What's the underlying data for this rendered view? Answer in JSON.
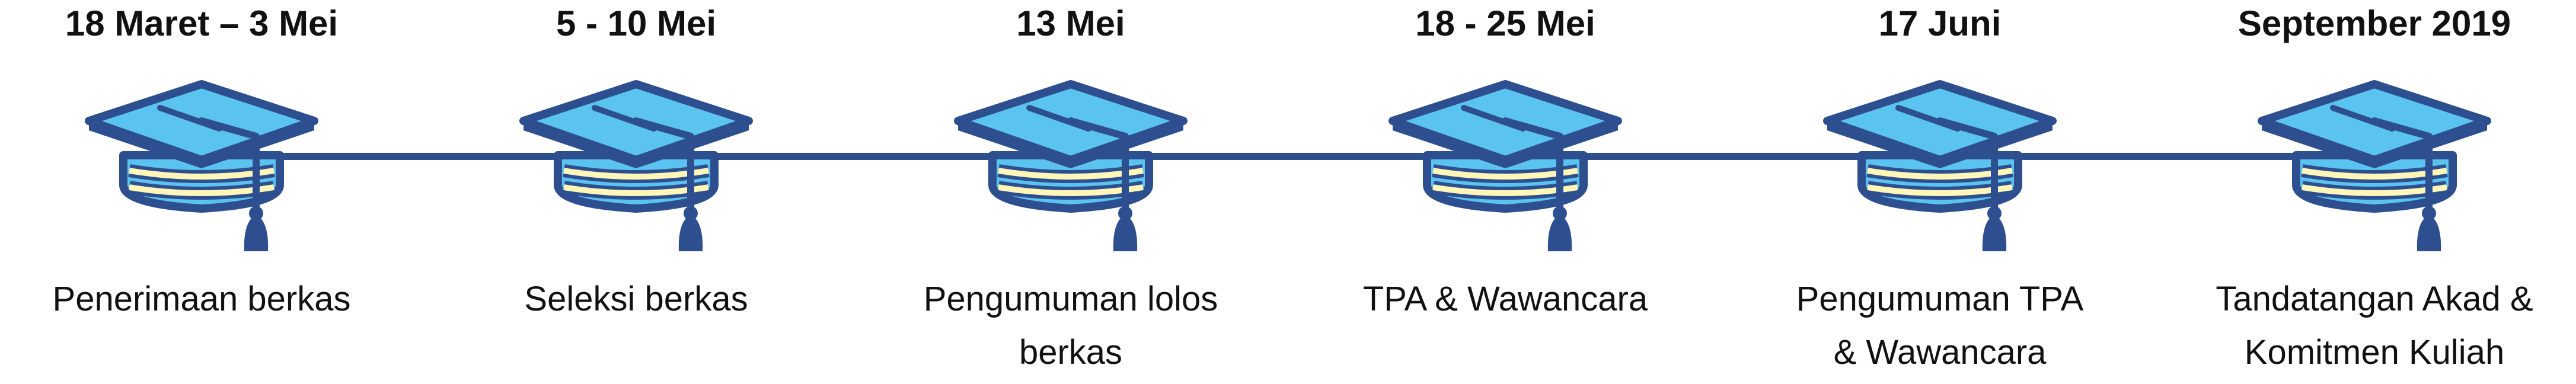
{
  "milestones": [
    {
      "date": "18 Maret  – 3 Mei",
      "label_lines": [
        "Penerimaan berkas"
      ]
    },
    {
      "date": "5 - 10 Mei",
      "label_lines": [
        "Seleksi berkas"
      ]
    },
    {
      "date": "13 Mei",
      "label_lines": [
        "Pengumuman lolos",
        "berkas"
      ]
    },
    {
      "date": "18 - 25 Mei",
      "label_lines": [
        "TPA & Wawancara"
      ]
    },
    {
      "date": "17 Juni",
      "label_lines": [
        "Pengumuman TPA",
        "& Wawancara"
      ]
    },
    {
      "date": "September 2019",
      "label_lines": [
        "Tandatangan Akad &",
        "Komitmen Kuliah"
      ]
    }
  ],
  "icon": "graduation-cap-icon",
  "colors": {
    "cap_fill": "#5bc3ef",
    "outline": "#2e4f8f",
    "band": "#fff6b8",
    "connector": "#2e4f8f"
  }
}
